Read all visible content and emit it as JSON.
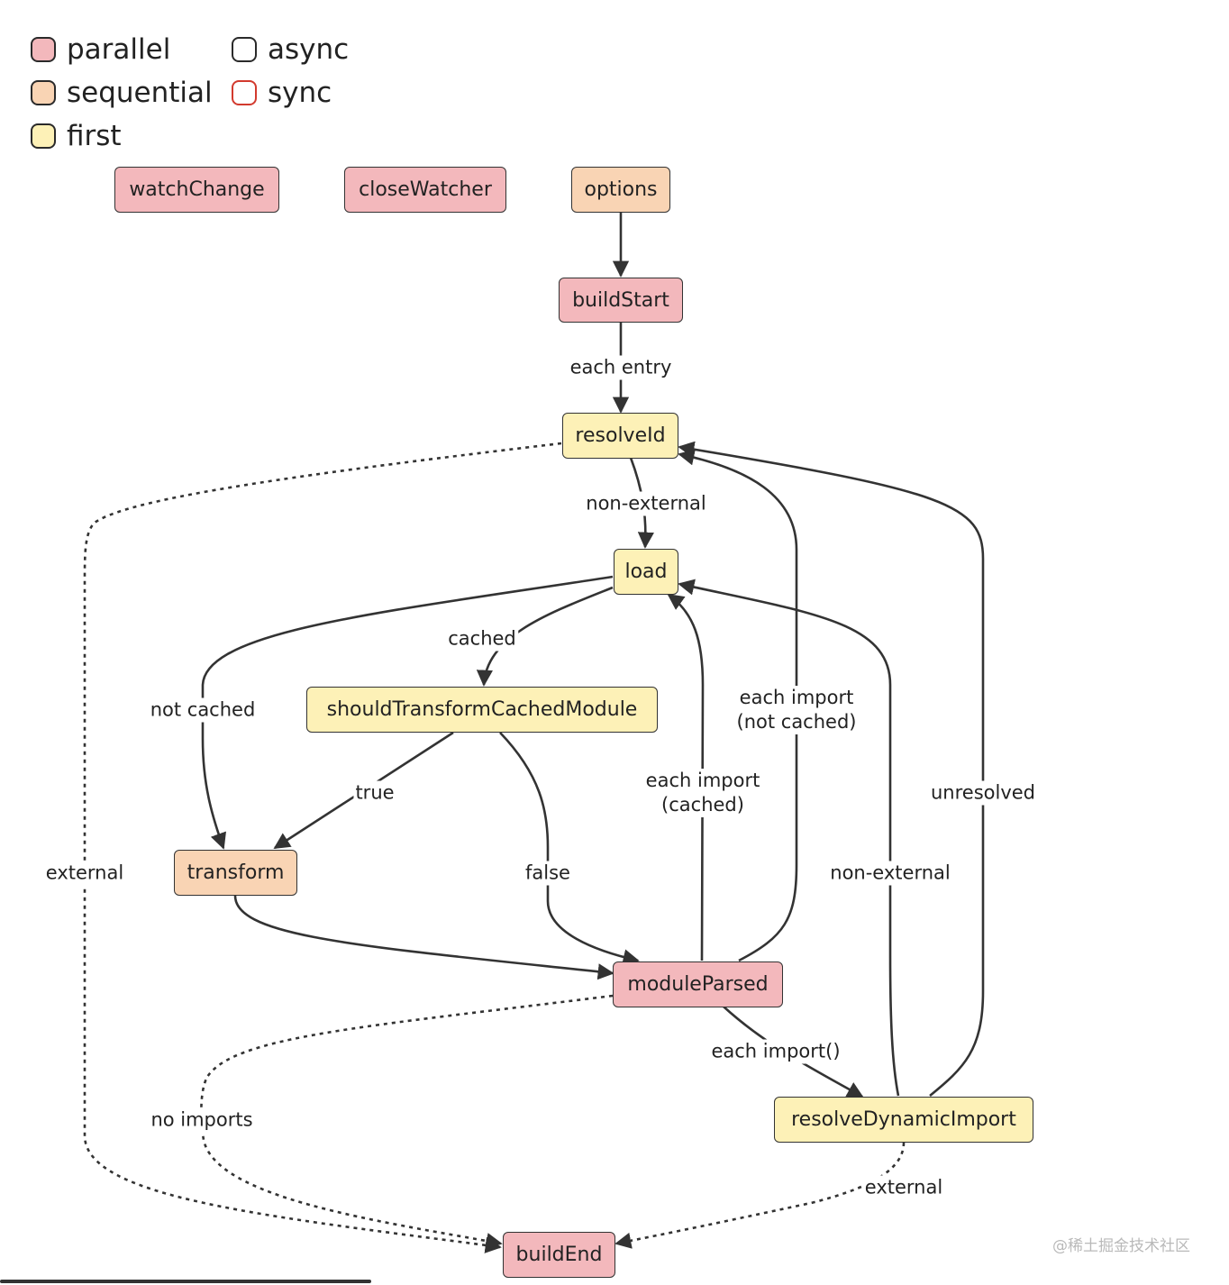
{
  "legend": {
    "items": [
      {
        "label": "parallel",
        "fill": "#f3b8bc",
        "border": "#2a2a2a"
      },
      {
        "label": "sequential",
        "fill": "#f9d4b4",
        "border": "#2a2a2a"
      },
      {
        "label": "first",
        "fill": "#fdf1b7",
        "border": "#2a2a2a"
      },
      {
        "label": "async",
        "fill": "#ffffff",
        "border": "#2a2a2a"
      },
      {
        "label": "sync",
        "fill": "#ffffff",
        "border": "#d23a2e"
      }
    ]
  },
  "nodes": {
    "watchChange": {
      "label": "watchChange",
      "kind": "parallel"
    },
    "closeWatcher": {
      "label": "closeWatcher",
      "kind": "parallel"
    },
    "options": {
      "label": "options",
      "kind": "sequential"
    },
    "buildStart": {
      "label": "buildStart",
      "kind": "parallel"
    },
    "resolveId": {
      "label": "resolveId",
      "kind": "first"
    },
    "load": {
      "label": "load",
      "kind": "first"
    },
    "shouldTransformCachedModule": {
      "label": "shouldTransformCachedModule",
      "kind": "first"
    },
    "transform": {
      "label": "transform",
      "kind": "sequential"
    },
    "moduleParsed": {
      "label": "moduleParsed",
      "kind": "parallel"
    },
    "resolveDynamicImport": {
      "label": "resolveDynamicImport",
      "kind": "first"
    },
    "buildEnd": {
      "label": "buildEnd",
      "kind": "parallel"
    }
  },
  "edge_labels": {
    "each_entry": "each entry",
    "non_external_1": "non-external",
    "cached": "cached",
    "not_cached": "not cached",
    "true": "true",
    "false": "false",
    "each_import_not_cached_1": "each import",
    "each_import_not_cached_2": "(not cached)",
    "each_import_cached_1": "each import",
    "each_import_cached_2": "(cached)",
    "unresolved": "unresolved",
    "non_external_2": "non-external",
    "external_1": "external",
    "each_import_dynamic": "each import()",
    "no_imports": "no imports",
    "external_2": "external"
  },
  "colors": {
    "parallel": "#f3b8bc",
    "sequential": "#f9d4b4",
    "first": "#fdf1b7",
    "edge": "#333333",
    "sync_border": "#d23a2e"
  },
  "watermark": "@稀土掘金技术社区"
}
